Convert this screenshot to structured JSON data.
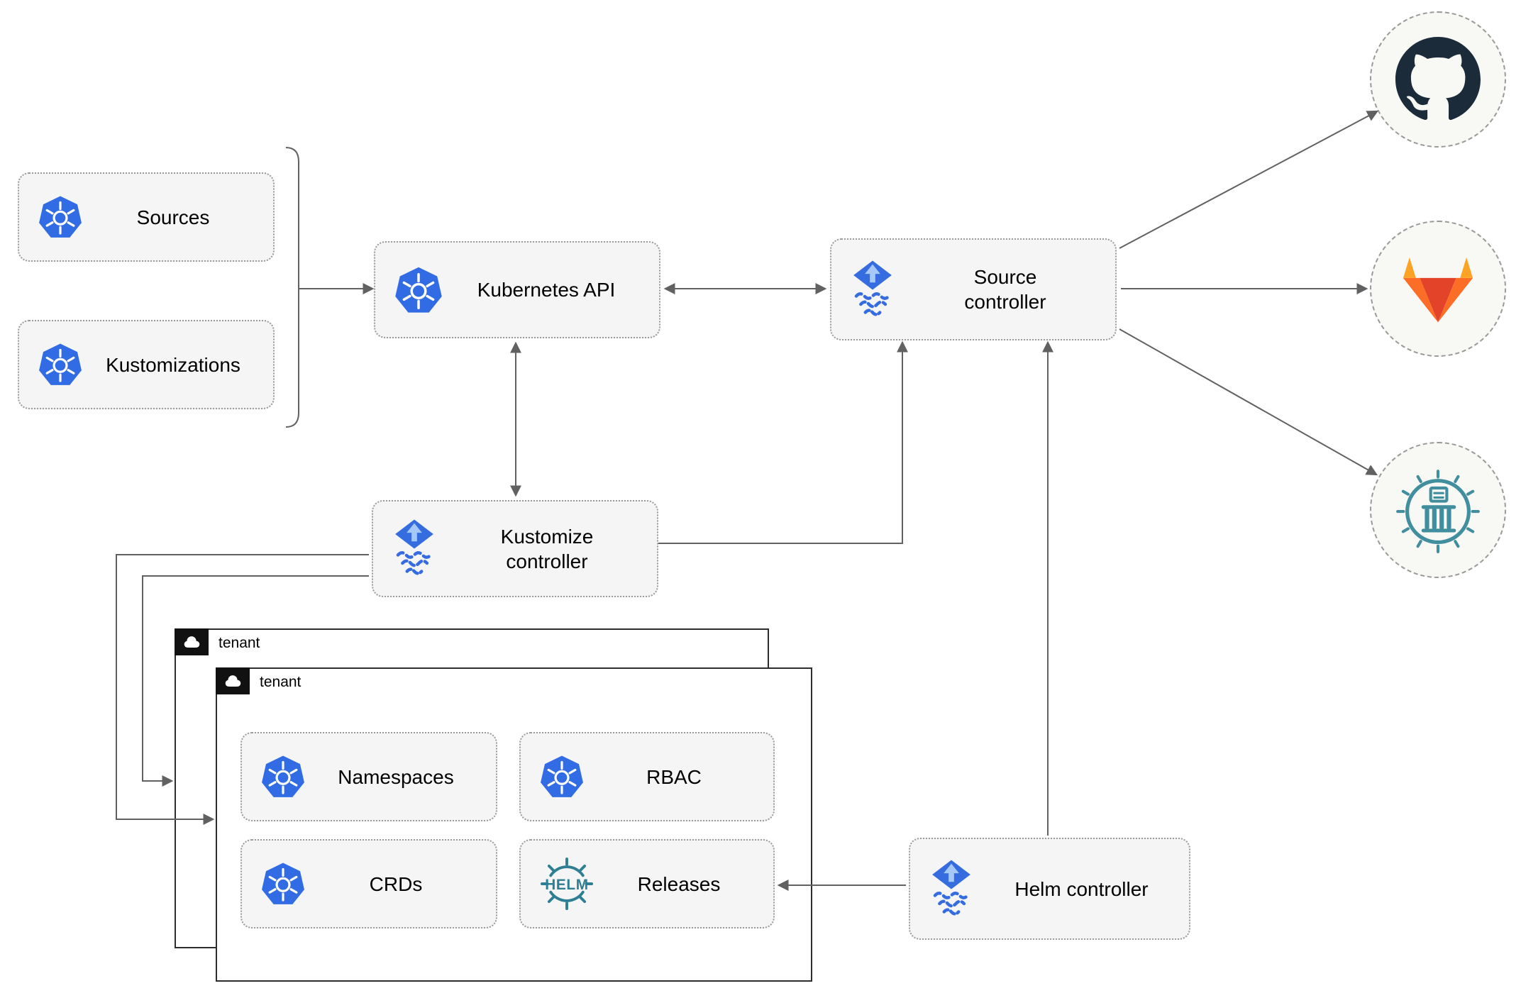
{
  "nodes": {
    "sources": {
      "label": "Sources",
      "icon": "kubernetes-icon"
    },
    "kustomizations": {
      "label": "Kustomizations",
      "icon": "kubernetes-icon"
    },
    "kubernetes_api": {
      "label": "Kubernetes API",
      "icon": "kubernetes-icon"
    },
    "source_controller": {
      "label": "Source controller",
      "icon": "flux-icon"
    },
    "kustomize_controller": {
      "label": "Kustomize controller",
      "icon": "flux-icon"
    },
    "helm_controller": {
      "label": "Helm controller",
      "icon": "flux-icon"
    },
    "tenant_back": {
      "label": "tenant",
      "icon": "cloud-icon"
    },
    "tenant_front": {
      "label": "tenant",
      "icon": "cloud-icon"
    },
    "namespaces": {
      "label": "Namespaces",
      "icon": "kubernetes-icon"
    },
    "rbac": {
      "label": "RBAC",
      "icon": "kubernetes-icon"
    },
    "crds": {
      "label": "CRDs",
      "icon": "kubernetes-icon"
    },
    "releases": {
      "label": "Releases",
      "icon": "helm-icon"
    }
  },
  "endpoints": {
    "github": {
      "icon": "github-icon"
    },
    "gitlab": {
      "icon": "gitlab-icon"
    },
    "registry": {
      "icon": "harbor-registry-icon"
    }
  },
  "icons": {
    "helm_logo_text": "HELM"
  },
  "edges": [
    {
      "from": "sources+kustomizations (bracket)",
      "to": "kubernetes_api",
      "style": "arrow"
    },
    {
      "from": "kubernetes_api",
      "to": "source_controller",
      "style": "double-arrow"
    },
    {
      "from": "kubernetes_api",
      "to": "kustomize_controller",
      "style": "double-arrow"
    },
    {
      "from": "kustomize_controller",
      "to": "source_controller",
      "style": "arrow"
    },
    {
      "from": "kustomize_controller",
      "to": "tenant_front",
      "style": "arrow"
    },
    {
      "from": "kustomize_controller",
      "to": "tenant_back",
      "style": "arrow"
    },
    {
      "from": "helm_controller",
      "to": "source_controller",
      "style": "arrow"
    },
    {
      "from": "helm_controller",
      "to": "releases",
      "style": "arrow"
    },
    {
      "from": "source_controller",
      "to": "github",
      "style": "arrow"
    },
    {
      "from": "source_controller",
      "to": "gitlab",
      "style": "arrow"
    },
    {
      "from": "source_controller",
      "to": "registry",
      "style": "arrow"
    }
  ],
  "colors": {
    "kubernetes_blue": "#326ce5",
    "flux_blue": "#356de0",
    "flux_arrow_light": "#a5c8f8",
    "helm_teal": "#2e7f93",
    "registry_teal": "#418e9e",
    "github_dark": "#1b2b3a",
    "gitlab_red": "#e24329",
    "gitlab_orange": "#fc6d26",
    "gitlab_amber": "#fca326",
    "node_background": "#f5f5f5",
    "node_border": "#9a9a9a",
    "connector": "#616161",
    "tenant_border": "#2d2d2d",
    "tenant_tab_background": "#111111"
  }
}
